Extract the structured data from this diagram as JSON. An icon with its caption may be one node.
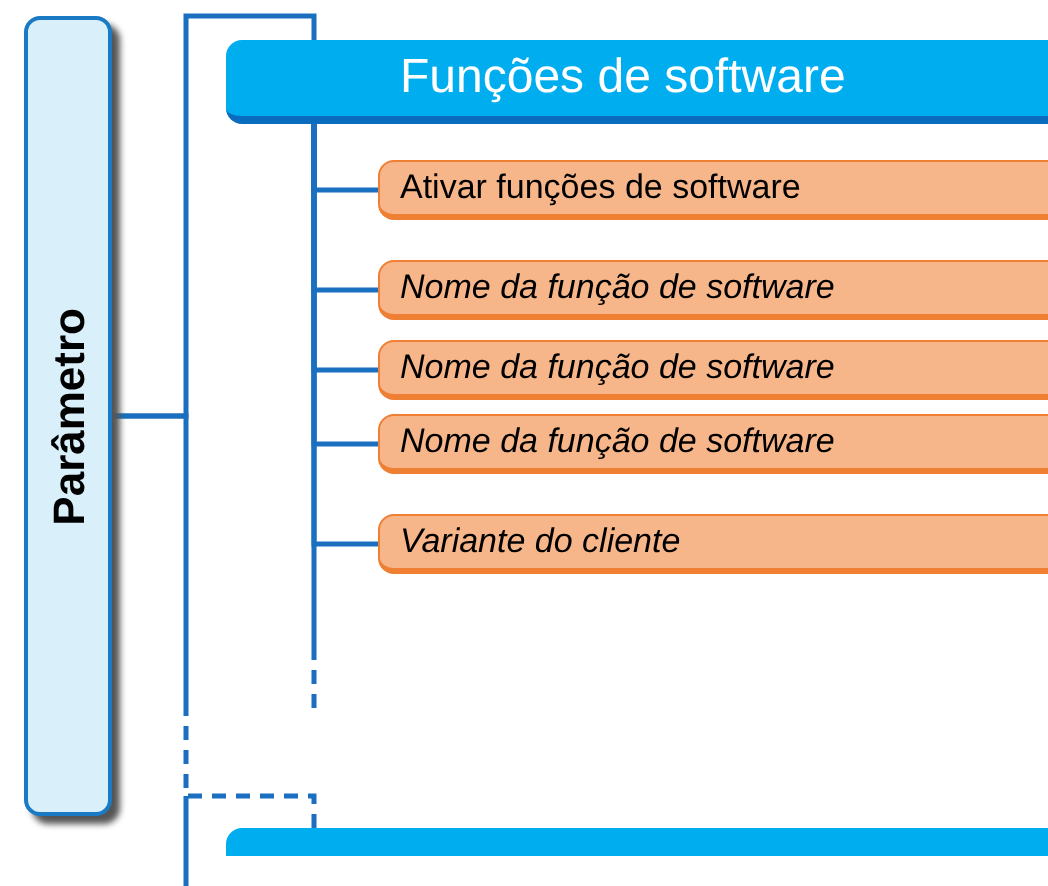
{
  "diagram": {
    "nodes": [
      {
        "text": [
          "Parâmetro"
        ]
      },
      {
        "text": [
          "Funções de software"
        ]
      },
      {
        "text": [
          "Ativar funções de software"
        ]
      },
      {
        "text": [
          "Nome da função de software"
        ]
      },
      {
        "text": [
          "Nome da função de software"
        ]
      },
      {
        "text": [
          "Nome da função de software"
        ]
      },
      {
        "text": [
          "Variante do cliente"
        ]
      },
      {
        "text": [],
        "shape": "bar"
      }
    ],
    "edges": [
      {
        "from": 0,
        "to": 1,
        "arrow": "none"
      },
      {
        "from": 1,
        "to": 2,
        "arrow": "none"
      },
      {
        "from": 1,
        "to": 3,
        "arrow": "none"
      },
      {
        "from": 1,
        "to": 4,
        "arrow": "none"
      },
      {
        "from": 1,
        "to": 5,
        "arrow": "none"
      },
      {
        "from": 1,
        "to": 6,
        "arrow": "none"
      },
      {
        "from": 1,
        "to": null,
        "arrow": "none",
        "style": "dashed"
      },
      {
        "from": 0,
        "to": 7,
        "arrow": "none",
        "style": "dashed"
      }
    ]
  }
}
